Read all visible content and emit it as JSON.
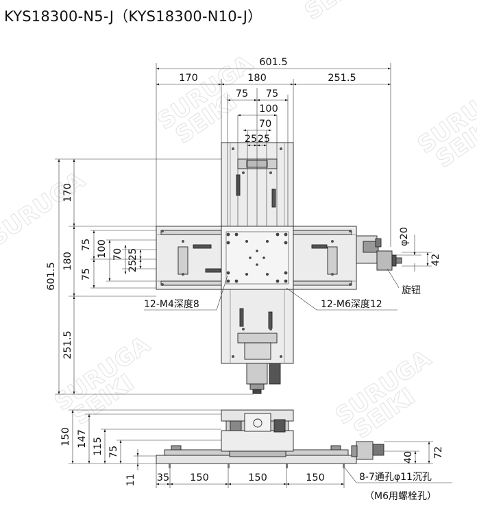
{
  "title": "KYS18300-N5-J（KYS18300-N10-J）",
  "watermark": {
    "line1": "SURUGA",
    "line2": "SEIKI"
  },
  "top_view": {
    "overall_width": "601.5",
    "width_left": "170",
    "width_mid": "180",
    "width_right": "251.5",
    "pitch_75_left": "75",
    "pitch_75_right": "75",
    "span_100": "100",
    "span_70": "70",
    "pitch_25_left": "25",
    "pitch_25_right": "25",
    "overall_height": "601.5",
    "height_top": "170",
    "height_mid": "180",
    "height_bottom": "251.5",
    "v_75_top": "75",
    "v_75_bottom": "75",
    "v_100": "100",
    "v_70": "70",
    "v_25_top": "25",
    "v_25_bottom": "25",
    "knob_diameter": "φ20",
    "knob_offset": "42",
    "knob_label": "旋钮",
    "m4_label": "12-M4深度8",
    "m6_label": "12-M6深度12"
  },
  "side_view": {
    "h_150": "150",
    "h_147": "147",
    "h_115": "115",
    "h_75": "75",
    "h_11": "11",
    "w_35": "35",
    "w_150_a": "150",
    "w_150_b": "150",
    "w_150_c": "150",
    "knob_40": "40",
    "knob_72": "72",
    "hole_label": "8-7通孔φ11沉孔",
    "bolt_label": "（M6用螺栓孔）"
  }
}
